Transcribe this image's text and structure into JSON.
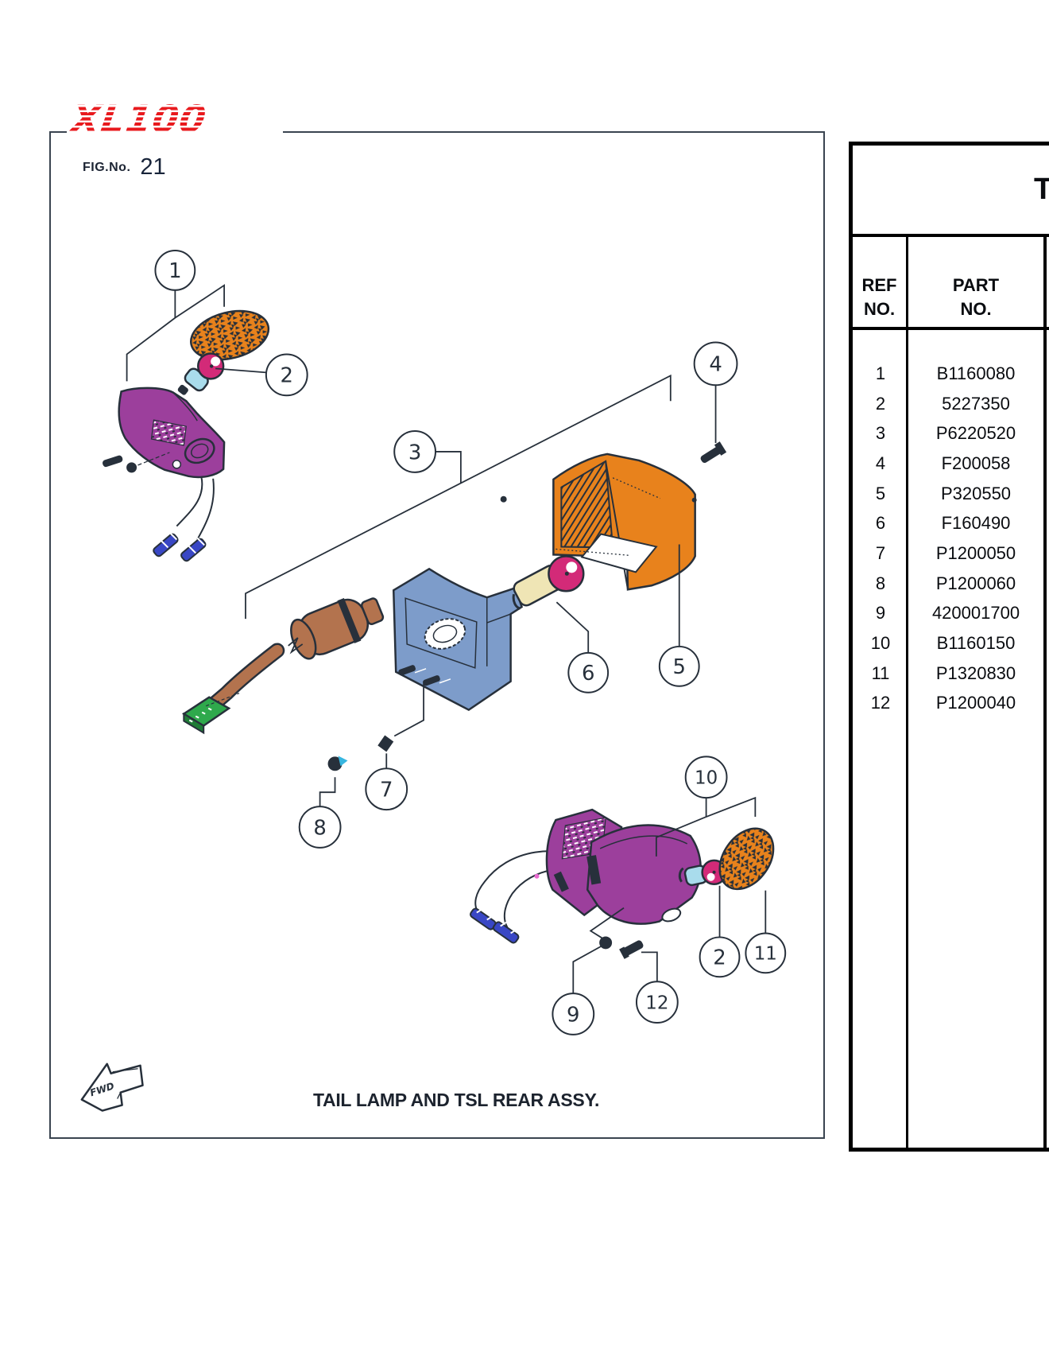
{
  "page": {
    "logo": "XL100",
    "fig_label": "FIG.No.",
    "fig_number": "21",
    "caption": "TAIL LAMP AND TSL REAR ASSY.",
    "direction_stamp": "FWD"
  },
  "parts_table": {
    "title_visible": "T",
    "col_ref_line1": "REF",
    "col_ref_line2": "NO.",
    "col_part_line1": "PART",
    "col_part_line2": "NO.",
    "rows": [
      {
        "ref": "1",
        "part": "B1160080"
      },
      {
        "ref": "2",
        "part": "5227350"
      },
      {
        "ref": "3",
        "part": "P6220520"
      },
      {
        "ref": "4",
        "part": "F200058"
      },
      {
        "ref": "5",
        "part": "P320550"
      },
      {
        "ref": "6",
        "part": "F160490"
      },
      {
        "ref": "7",
        "part": "P1200050"
      },
      {
        "ref": "8",
        "part": "P1200060"
      },
      {
        "ref": "9",
        "part": "420001700"
      },
      {
        "ref": "10",
        "part": "B1160150"
      },
      {
        "ref": "11",
        "part": "P1320830"
      },
      {
        "ref": "12",
        "part": "P1200040"
      }
    ]
  },
  "diagram": {
    "callout_labels": [
      "1",
      "2",
      "3",
      "4",
      "5",
      "6",
      "7",
      "8",
      "9",
      "10",
      "2",
      "11",
      "12"
    ],
    "colors": {
      "lens_orange": "#e8821c",
      "body_purple": "#9c3f9c",
      "bulb_magenta": "#d32a78",
      "bulb_cyan": "#a9dcec",
      "bulb_cream": "#efe5b5",
      "plate_blue": "#7d9cca",
      "harness_brown": "#b3734e",
      "connector_green": "#2fa94c",
      "connector_blue": "#3947c5",
      "outline_dark": "#27303b",
      "logo_red": "#e8191d"
    }
  }
}
